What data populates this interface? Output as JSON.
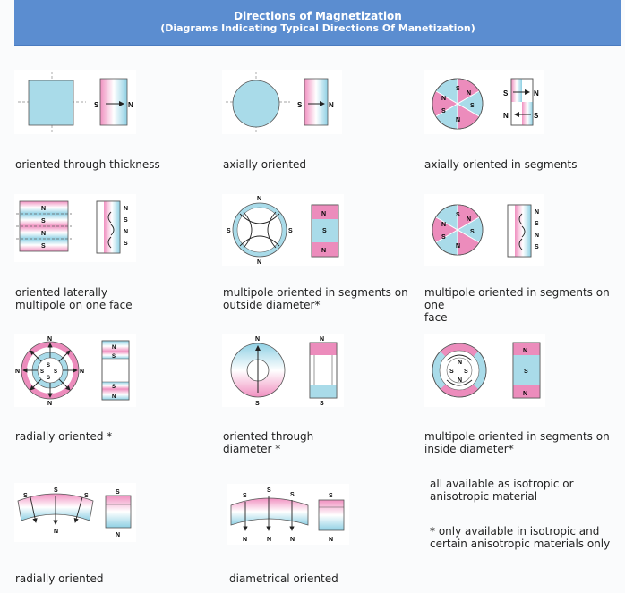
{
  "header": {
    "title": "Directions of Magnetization",
    "subtitle": "(Diagrams Indicating Typical Directions Of Manetization)"
  },
  "poles": {
    "north": "N",
    "south": "S"
  },
  "captions": {
    "c1": "oriented through thickness",
    "c2": "axially oriented",
    "c3": "axially oriented in segments",
    "c4_line1": "oriented laterally",
    "c4_line2": "multipole on one face",
    "c5_line1": "multipole oriented in segments on",
    "c5_line2": "outside diameter*",
    "c6_line1": "multipole oriented in segments on one",
    "c6_line2": "face",
    "c7": "radially oriented *",
    "c8_line1": "oriented through",
    "c8_line2": "diameter *",
    "c9_line1": "multipole oriented in segments on",
    "c9_line2": "inside diameter*",
    "c10": "radially oriented",
    "c11": "diametrical oriented"
  },
  "notes": {
    "isotropic": "all available as isotropic or anisotropic material",
    "only": "* only available in isotropic and certain anisotropic materials only"
  },
  "colors": {
    "header_bg": "#5b8dd0",
    "magnet_blue": "#9fd6e6",
    "magnet_pink": "#ec8cbc"
  }
}
